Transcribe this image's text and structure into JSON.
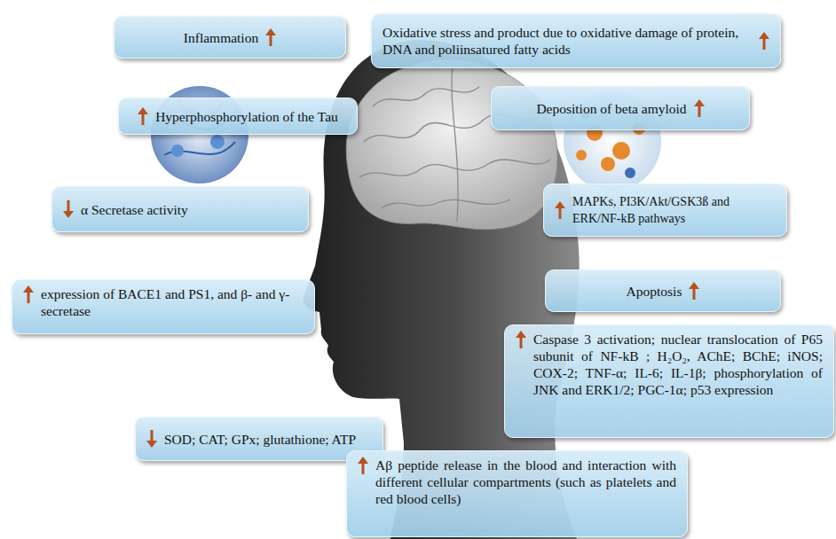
{
  "diagram": {
    "nodes": [
      {
        "text": [
          "Inflammation"
        ]
      },
      {
        "text": [
          "Oxidative stress and product due to oxidative damage of protein, DNA and poliinsatured fatty acids"
        ]
      },
      {
        "text": [
          "Hyperphosphorylation of the Tau"
        ]
      },
      {
        "text": [
          "Deposition of beta amyloid"
        ]
      },
      {
        "text": [
          "α Secretase activity"
        ]
      },
      {
        "text": [
          "MAPKs, PI3K/Akt/GSK3ß and ERK/NF-kB pathways"
        ]
      },
      {
        "text": [
          "expression of BACE1 and PS1, and β- and γ-secretase"
        ]
      },
      {
        "text": [
          "Apoptosis"
        ]
      },
      {
        "text": [
          "Caspase 3 activation; nuclear translocation of P65 subunit of NF-kB ; H₂O₂, AChE; BChE; iNOS; COX-2; TNF-α; IL-6; IL-1β; phosphorylation of JNK and ERK1/2; PGC-1α; p53 expression"
        ]
      },
      {
        "text": [
          "SOD; CAT; GPx; glutathione; ATP"
        ]
      },
      {
        "text": [
          "Aβ peptide release in the blood and interaction with different cellular compartments (such as platelets and red blood cells)"
        ]
      }
    ]
  }
}
